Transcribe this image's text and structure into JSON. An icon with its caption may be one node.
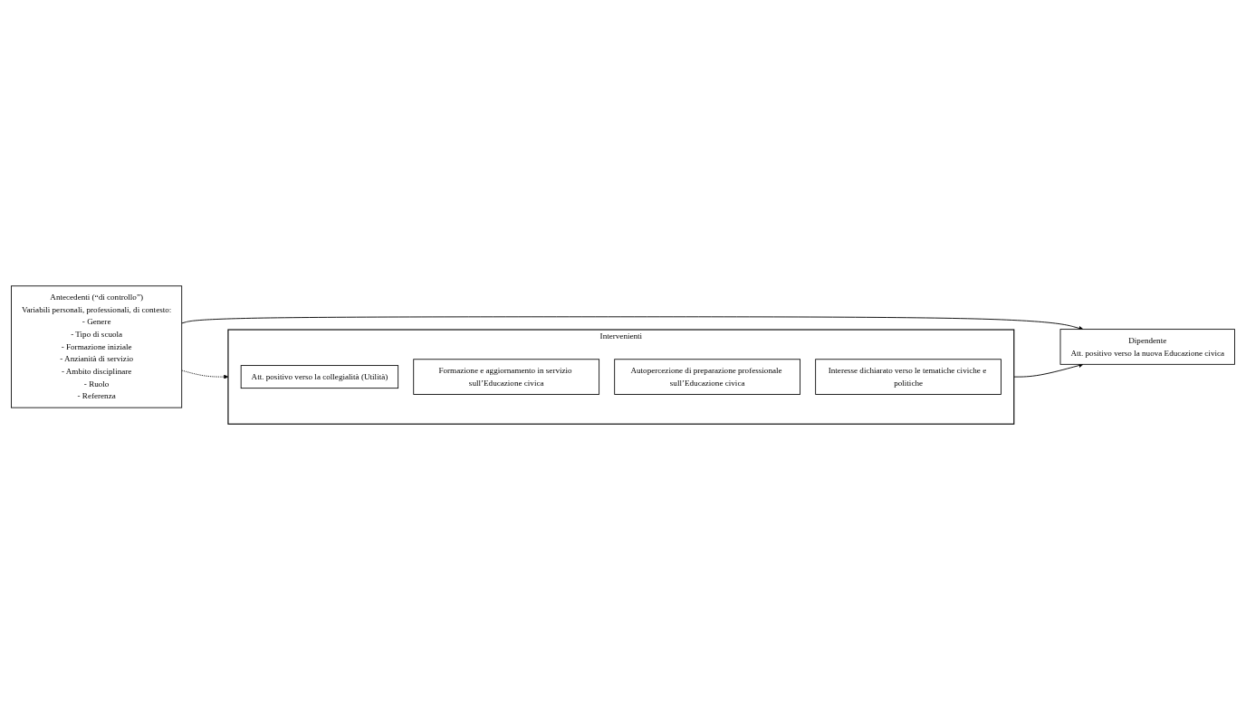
{
  "diagram": {
    "nodes": [
      {
        "text": [
          "Antecedenti (“di controllo”)",
          "Variabili personali, professionali, di contesto:",
          "- Genere",
          "- Tipo di scuola",
          "- Formazione iniziale",
          "- Anzianità di servizio",
          "- Ambito disciplinare",
          "- Ruolo",
          "- Referenza"
        ]
      },
      {
        "text": [
          "Dipendente",
          "Att. positivo verso la nuova Educazione civica"
        ]
      },
      {
        "text": [
          "Intervenienti"
        ]
      },
      {
        "text": [
          "Att. positivo verso la collegialità (Utilità)"
        ],
        "in": 2
      },
      {
        "text": [
          "Formazione e aggiornamento in servizio sull’Educazione civica"
        ],
        "in": 2
      },
      {
        "text": [
          "Autopercezione di preparazione professionale sull’Educazione civica"
        ],
        "in": 2
      },
      {
        "text": [
          "Interesse dichiarato verso le tematiche civiche e politiche"
        ],
        "in": 2
      }
    ],
    "edges": [
      {
        "from": 0,
        "to": 1,
        "arrow": "to"
      },
      {
        "from": 0,
        "to": 2,
        "arrow": "to",
        "style": "dashed"
      },
      {
        "from": 2,
        "to": 1,
        "arrow": "to"
      }
    ]
  }
}
